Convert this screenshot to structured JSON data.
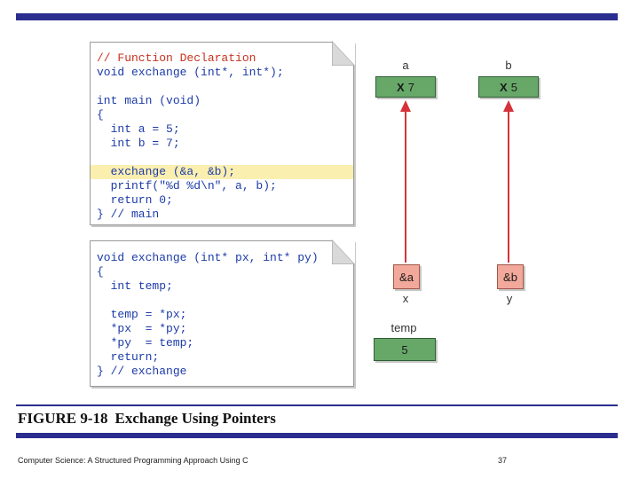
{
  "code_top": {
    "lines": [
      {
        "text": "// Function Declaration",
        "style": "cm",
        "highlight": false
      },
      {
        "text": "void exchange (int*, int*);",
        "style": "kw",
        "highlight": false
      },
      {
        "text": "",
        "style": "kw",
        "highlight": false
      },
      {
        "text": "int main (void)",
        "style": "kw",
        "highlight": false
      },
      {
        "text": "{",
        "style": "kw",
        "highlight": false
      },
      {
        "text": "  int a = 5;",
        "style": "kw",
        "highlight": false
      },
      {
        "text": "  int b = 7;",
        "style": "kw",
        "highlight": false
      },
      {
        "text": "",
        "style": "kw",
        "highlight": false
      },
      {
        "text": "  exchange (&a, &b);",
        "style": "kw",
        "highlight": true
      },
      {
        "text": "  printf(\"%d %d\\n\", a, b);",
        "style": "kw",
        "highlight": false
      },
      {
        "text": "  return 0;",
        "style": "kw",
        "highlight": false
      },
      {
        "text": "} // main",
        "style": "kw",
        "highlight": false
      }
    ]
  },
  "code_bottom": {
    "lines": [
      {
        "text": "void exchange (int* px, int* py)",
        "style": "kw",
        "highlight": false
      },
      {
        "text": "{",
        "style": "kw",
        "highlight": false
      },
      {
        "text": "  int temp;",
        "style": "kw",
        "highlight": false
      },
      {
        "text": "",
        "style": "kw",
        "highlight": false
      },
      {
        "text": "  temp = *px;",
        "style": "kw",
        "highlight": false
      },
      {
        "text": "  *px  = *py;",
        "style": "kw",
        "highlight": false
      },
      {
        "text": "  *py  = temp;",
        "style": "kw",
        "highlight": false
      },
      {
        "text": "  return;",
        "style": "kw",
        "highlight": false
      },
      {
        "text": "} // exchange",
        "style": "kw",
        "highlight": false
      }
    ]
  },
  "memory": {
    "a": {
      "name": "a",
      "old": "X",
      "value": "7"
    },
    "b": {
      "name": "b",
      "old": "X",
      "value": "5"
    },
    "px": {
      "name": "x",
      "value": "&a"
    },
    "py": {
      "name": "y",
      "value": "&b"
    },
    "temp": {
      "name": "temp",
      "value": "5"
    }
  },
  "caption": {
    "number": "FIGURE 9-18",
    "title": "Exchange Using Pointers"
  },
  "footer": {
    "book": "Computer Science: A Structured Programming Approach Using C",
    "page": "37"
  },
  "colors": {
    "bar": "#2b2d8f",
    "variable_box": "#67a869",
    "pointer_box": "#f2a89a",
    "arrow": "#d6323a",
    "keyword": "#1c3ba8",
    "comment": "#c8321e",
    "highlight": "#fbefb0"
  }
}
